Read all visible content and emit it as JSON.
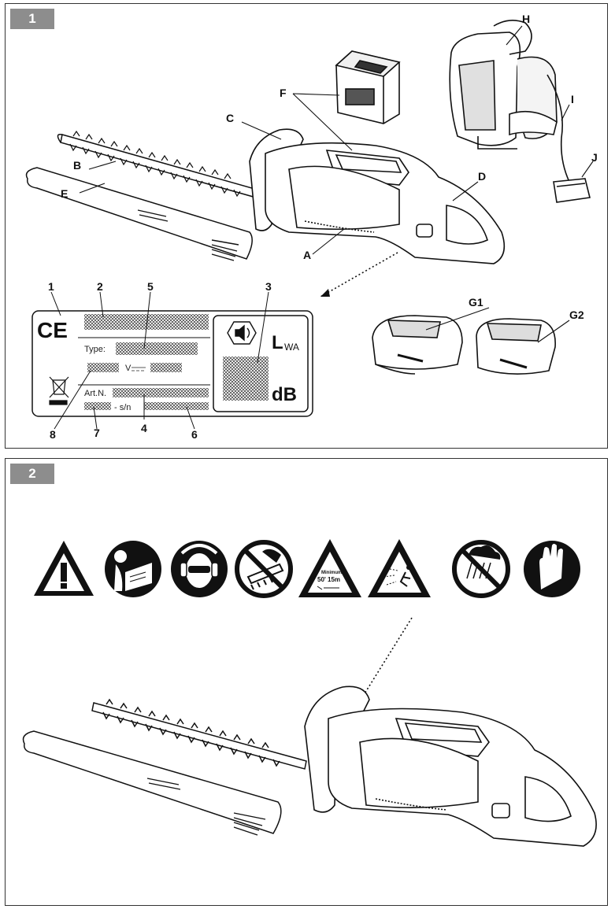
{
  "figure1": {
    "number": "1",
    "callouts": {
      "A": "A",
      "B": "B",
      "C": "C",
      "D": "D",
      "E": "E",
      "F": "F",
      "G1": "G1",
      "G2": "G2",
      "H": "H",
      "I": "I",
      "J": "J"
    },
    "plate": {
      "ce_mark": "CE",
      "type_label": "Type:",
      "voltage_label": "V",
      "art_label": "Art.N.",
      "sn_label": "- s/n",
      "lwa_label": "L",
      "lwa_sub": "WA",
      "db_label": "dB",
      "numbers": [
        "1",
        "2",
        "3",
        "4",
        "5",
        "6",
        "7",
        "8"
      ]
    }
  },
  "figure2": {
    "number": "2",
    "symbols": [
      {
        "name": "warning-triangle-icon"
      },
      {
        "name": "read-manual-icon"
      },
      {
        "name": "eye-ear-protection-icon"
      },
      {
        "name": "no-hands-near-blade-icon"
      },
      {
        "name": "distance-warning-icon",
        "text_1": "Minimum",
        "text_2": "50' 15m"
      },
      {
        "name": "flying-debris-icon"
      },
      {
        "name": "no-rain-icon"
      },
      {
        "name": "wear-gloves-icon"
      }
    ]
  },
  "colors": {
    "tab_bg": "#8d8d8d",
    "line": "#111111"
  }
}
